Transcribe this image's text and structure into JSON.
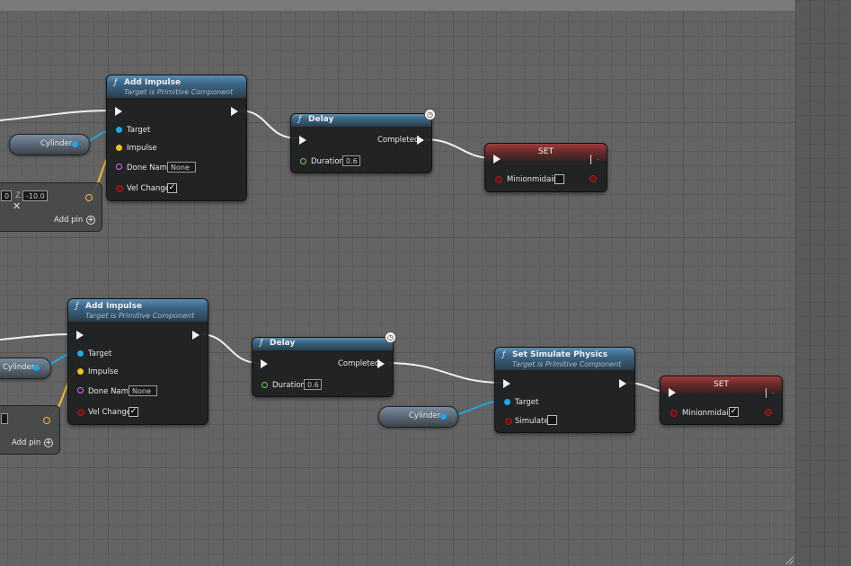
{
  "nodes": {
    "add_impulse": {
      "fn": "ƒ",
      "title": "Add Impulse",
      "subtitle": "Target is Primitive Component",
      "target": "Target",
      "impulse": "Impulse",
      "done_name": "Done Name",
      "done_value": "None",
      "vel_change": "Vel Change"
    },
    "delay": {
      "fn": "ƒ",
      "title": "Delay",
      "completed": "Completed",
      "duration": "Duration",
      "duration_value": "0.6"
    },
    "set": {
      "title": "SET",
      "var": "Minionmidair"
    },
    "set_simulate": {
      "fn": "ƒ",
      "title": "Set Simulate Physics",
      "subtitle": "Target is Primitive Component",
      "target": "Target",
      "simulate": "Simulate"
    },
    "cylinder": "Cylinder",
    "make_vector": {
      "z": "Z",
      "z_value": "-10.0",
      "x_partial": "0",
      "add_pin": "Add pin"
    }
  },
  "icons": {
    "clock": "clock-icon",
    "plus": "plus-circle-icon",
    "remove": "x-icon",
    "check": "checkmark-icon"
  },
  "colors": {
    "exec": "#f0f0f0",
    "object": "#1fa6e8",
    "vector": "#f0c020",
    "name": "#d877e8",
    "float": "#76d04a",
    "bool": "#9a2020"
  }
}
